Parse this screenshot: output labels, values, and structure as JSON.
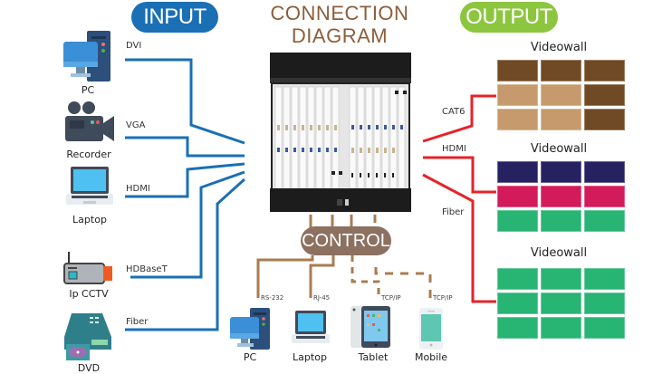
{
  "title": {
    "line1": "CONNECTION",
    "line2": "DIAGRAM"
  },
  "input_header": "INPUT",
  "output_header": "OUTPUT",
  "control_label": "CONTROL",
  "colors": {
    "input_line": "#1a6fb5",
    "output_line": "#e52329",
    "control_line": "#a97c50",
    "input_pill": "#1a6fb5",
    "output_pill": "#8cc63f",
    "title": "#8b5e3c"
  },
  "inputs": [
    {
      "device": "PC",
      "icon": "desktop-pc-icon",
      "signal": "DVI"
    },
    {
      "device": "Recorder",
      "icon": "video-camera-icon",
      "signal": "VGA"
    },
    {
      "device": "Laptop",
      "icon": "laptop-icon",
      "signal": "HDMI"
    },
    {
      "device": "Ip CCTV",
      "icon": "ip-camera-icon",
      "signal": "HDBaseT"
    },
    {
      "device": "DVD",
      "icon": "dvd-player-icon",
      "signal": "Fiber"
    }
  ],
  "outputs": [
    {
      "label": "Videowall",
      "signal": "CAT6",
      "colors": [
        "#704a25",
        "#704a25",
        "#704a25",
        "#c69a6c",
        "#c69a6c",
        "#704a25",
        "#c69a6c",
        "#c69a6c",
        "#704a25"
      ]
    },
    {
      "label": "Videowall",
      "signal": "HDMI",
      "colors": [
        "#262262",
        "#262262",
        "#262262",
        "#d31b5b",
        "#d31b5b",
        "#d31b5b",
        "#28b473",
        "#28b473",
        "#28b473"
      ]
    },
    {
      "label": "Videowall",
      "signal": "Fiber",
      "colors": [
        "#28b473",
        "#28b473",
        "#28b473",
        "#28b473",
        "#28b473",
        "#28b473",
        "#28b473",
        "#28b473",
        "#28b473"
      ]
    }
  ],
  "controls": [
    {
      "device": "PC",
      "icon": "desktop-pc-icon",
      "protocol": "RS-232"
    },
    {
      "device": "Laptop",
      "icon": "laptop-icon",
      "protocol": "RJ-45"
    },
    {
      "device": "Tablet",
      "icon": "tablet-icon",
      "protocol": "TCP/IP"
    },
    {
      "device": "Mobile",
      "icon": "mobile-phone-icon",
      "protocol": "TCP/IP"
    }
  ]
}
